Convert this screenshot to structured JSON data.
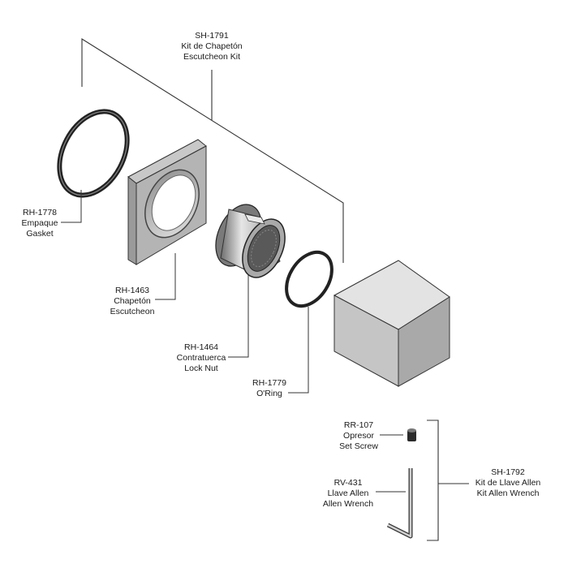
{
  "labels": {
    "escutcheon_kit": {
      "code": "SH-1791",
      "es": "Kit de Chapetón",
      "en": "Escutcheon Kit"
    },
    "gasket": {
      "code": "RH-1778",
      "es": "Empaque",
      "en": "Gasket"
    },
    "escutcheon": {
      "code": "RH-1463",
      "es": "Chapetón",
      "en": "Escutcheon"
    },
    "lock_nut": {
      "code": "RH-1464",
      "es": "Contratuerca",
      "en": "Lock Nut"
    },
    "oring": {
      "code": "RH-1779",
      "en": "O'Ring"
    },
    "set_screw": {
      "code": "RR-107",
      "es": "Opresor",
      "en": "Set Screw"
    },
    "allen_wrench": {
      "code": "RV-431",
      "es": "Llave Allen",
      "en": "Allen Wrench"
    },
    "allen_kit": {
      "code": "SH-1792",
      "es": "Kit de Llave Allen",
      "en": "Kit Allen Wrench"
    }
  }
}
